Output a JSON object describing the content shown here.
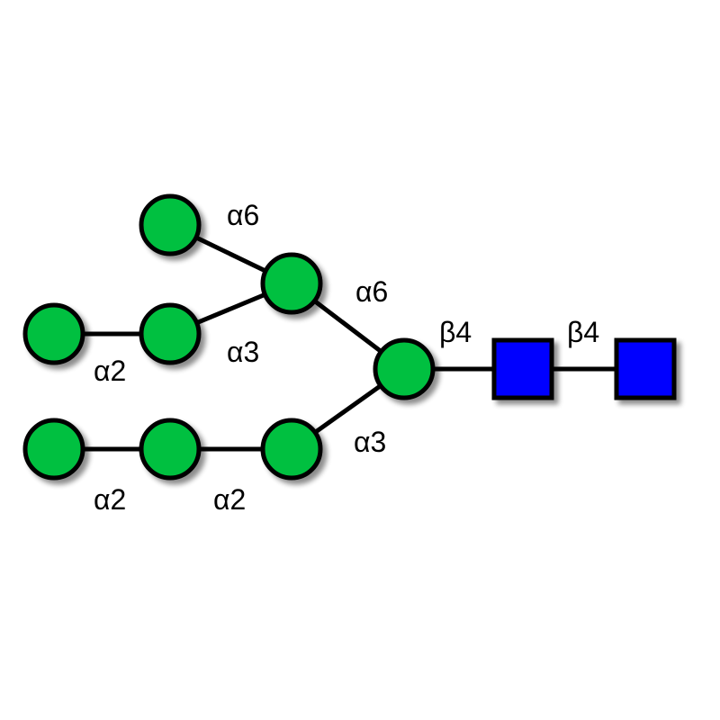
{
  "colors": {
    "mannose": "#00c040",
    "glcnac": "#0000ff",
    "outline": "#000000",
    "shadow": "#9a9a9a"
  },
  "residues": [
    {
      "id": "man-a6-terminal",
      "shape": "circle",
      "kind": "mannose"
    },
    {
      "id": "man-branch-6",
      "shape": "circle",
      "kind": "mannose"
    },
    {
      "id": "man-a2-terminal-upper",
      "shape": "circle",
      "kind": "mannose"
    },
    {
      "id": "man-a3-upper",
      "shape": "circle",
      "kind": "mannose"
    },
    {
      "id": "man-core",
      "shape": "circle",
      "kind": "mannose"
    },
    {
      "id": "glcnac-1",
      "shape": "square",
      "kind": "glcnac"
    },
    {
      "id": "glcnac-2",
      "shape": "square",
      "kind": "glcnac"
    },
    {
      "id": "man-a2-terminal-lower",
      "shape": "circle",
      "kind": "mannose"
    },
    {
      "id": "man-a2-middle-lower",
      "shape": "circle",
      "kind": "mannose"
    },
    {
      "id": "man-a3-lower",
      "shape": "circle",
      "kind": "mannose"
    }
  ],
  "linkages": [
    {
      "from": "man-a6-terminal",
      "to": "man-branch-6",
      "label": "α6"
    },
    {
      "from": "man-a3-upper",
      "to": "man-branch-6",
      "label": "α3"
    },
    {
      "from": "man-a2-terminal-upper",
      "to": "man-a3-upper",
      "label": "α2"
    },
    {
      "from": "man-branch-6",
      "to": "man-core",
      "label": "α6"
    },
    {
      "from": "man-a3-lower",
      "to": "man-core",
      "label": "α3"
    },
    {
      "from": "man-a2-middle-lower",
      "to": "man-a3-lower",
      "label": "α2"
    },
    {
      "from": "man-a2-terminal-lower",
      "to": "man-a2-middle-lower",
      "label": "α2"
    },
    {
      "from": "man-core",
      "to": "glcnac-1",
      "label": "β4"
    },
    {
      "from": "glcnac-1",
      "to": "glcnac-2",
      "label": "β4"
    }
  ]
}
